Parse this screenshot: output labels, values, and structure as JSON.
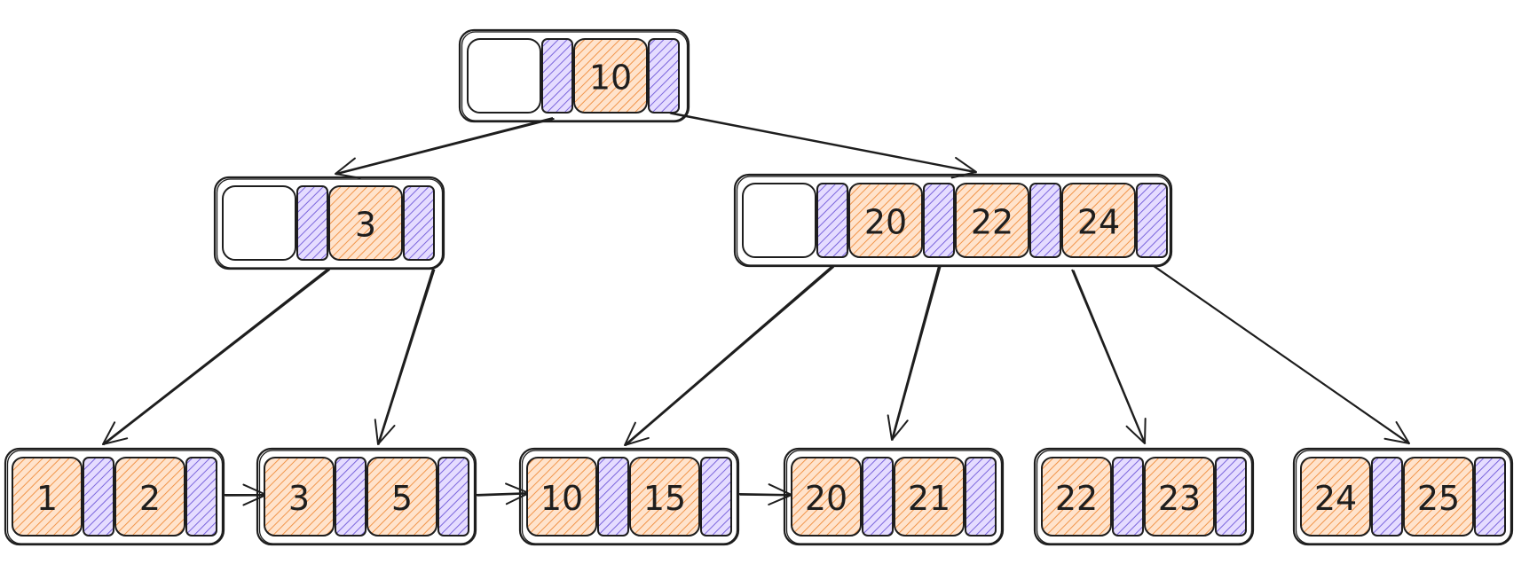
{
  "colors": {
    "key_fill": "#ffc9a0",
    "key_hatch": "#f08c3b",
    "pointer_fill": "#d0bfff",
    "pointer_hatch": "#6f58d8",
    "stroke": "#1e1e1e"
  },
  "tree": {
    "root": {
      "keys": [
        "10"
      ]
    },
    "internal_left": {
      "keys": [
        "3"
      ]
    },
    "internal_right": {
      "keys": [
        "20",
        "22",
        "24"
      ]
    },
    "leaves": [
      {
        "keys": [
          "1",
          "2"
        ]
      },
      {
        "keys": [
          "3",
          "5"
        ]
      },
      {
        "keys": [
          "10",
          "15"
        ]
      },
      {
        "keys": [
          "20",
          "21"
        ]
      },
      {
        "keys": [
          "22",
          "23"
        ]
      },
      {
        "keys": [
          "24",
          "25"
        ]
      }
    ]
  }
}
